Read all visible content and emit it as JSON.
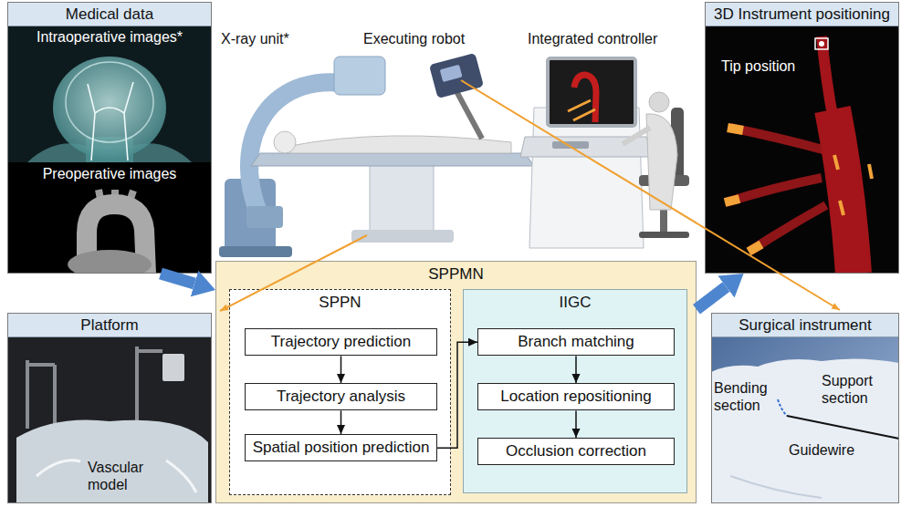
{
  "diagram": {
    "nodes": [
      {
        "text": [
          "Medical data"
        ]
      },
      {
        "text": [
          "3D Instrument positioning"
        ]
      },
      {
        "text": [
          "Platform"
        ]
      },
      {
        "text": [
          "SPPMN"
        ]
      },
      {
        "text": [
          "SPPN"
        ],
        "in": 3
      },
      {
        "text": [
          "Trajectory prediction"
        ],
        "in": 4
      },
      {
        "text": [
          "Trajectory analysis"
        ],
        "in": 4
      },
      {
        "text": [
          "Spatial position prediction"
        ],
        "in": 4
      },
      {
        "text": [
          "IIGC"
        ],
        "in": 3
      },
      {
        "text": [
          "Branch matching"
        ],
        "in": 8
      },
      {
        "text": [
          "Location repositioning"
        ],
        "in": 8
      },
      {
        "text": [
          "Occlusion correction"
        ],
        "in": 8
      },
      {
        "text": [
          "Surgical instrument"
        ]
      }
    ],
    "edges": [
      {
        "from": 0,
        "to": 3,
        "arrow": "to"
      },
      {
        "from": 3,
        "to": 1,
        "arrow": "to"
      },
      {
        "from": 5,
        "to": 6,
        "arrow": "to"
      },
      {
        "from": 6,
        "to": 7,
        "arrow": "to"
      },
      {
        "from": 7,
        "to": 9,
        "arrow": "to"
      },
      {
        "from": 9,
        "to": 10,
        "arrow": "to"
      },
      {
        "from": 10,
        "to": 11,
        "arrow": "to"
      }
    ],
    "labels": [
      "Intraoperative images*",
      "Preoperative images",
      "X-ray unit*",
      "Executing robot",
      "Integrated controller",
      "Tip position",
      "Vascular model",
      "Bending section",
      "Support section",
      "Guidewire"
    ]
  }
}
